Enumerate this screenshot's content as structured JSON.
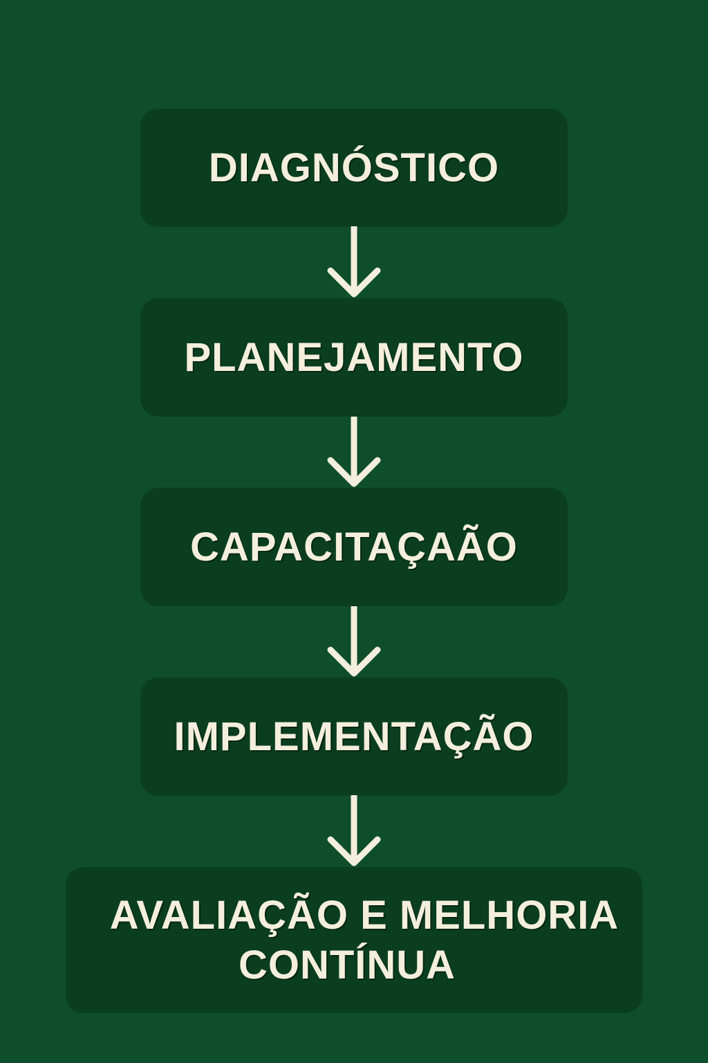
{
  "steps": [
    {
      "label": "DIAGNÓSTICO"
    },
    {
      "label": "PLANEJAMENTO"
    },
    {
      "label": "CAPACITAÇAÃO"
    },
    {
      "label": "IMPLEMENTAÇÃO"
    },
    {
      "label_line1": "AVALIAÇÃO E MELHORIA",
      "label_line2": "CONTÍNUA"
    }
  ],
  "colors": {
    "background": "#0f4e2a",
    "box": "#0a3e1f",
    "text": "#f4efdc"
  }
}
